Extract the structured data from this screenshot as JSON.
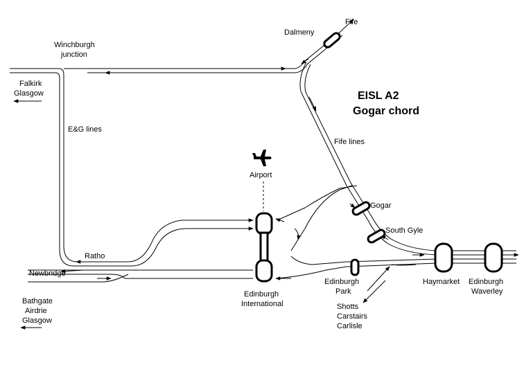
{
  "title": {
    "line1": "EISL A2",
    "line2": "Gogar chord"
  },
  "labels": {
    "fife": "Fife",
    "dalmeny": "Dalmeny",
    "winchburgh": "Winchburgh",
    "junction": "junction",
    "falkirk": "Falkirk",
    "glasgow": "Glasgow",
    "eg_lines": "E&G lines",
    "fife_lines": "Fife lines",
    "airport": "Airport",
    "gogar": "Gogar",
    "south_gyle": "South Gyle",
    "ratho": "Ratho",
    "newbridge": "Newbridge",
    "bathgate": "Bathgate",
    "airdrie": "Airdrie",
    "glasgow2": "Glasgow",
    "edinburgh": "Edinburgh",
    "international": "International",
    "edinburgh2": "Edinburgh",
    "park": "Park",
    "shotts": "Shotts",
    "carstairs": "Carstairs",
    "carlisle": "Carlisle",
    "haymarket": "Haymarket",
    "edinburgh3": "Edinburgh",
    "waverley": "Waverley"
  },
  "icons": {
    "airport": "airplane-icon"
  }
}
